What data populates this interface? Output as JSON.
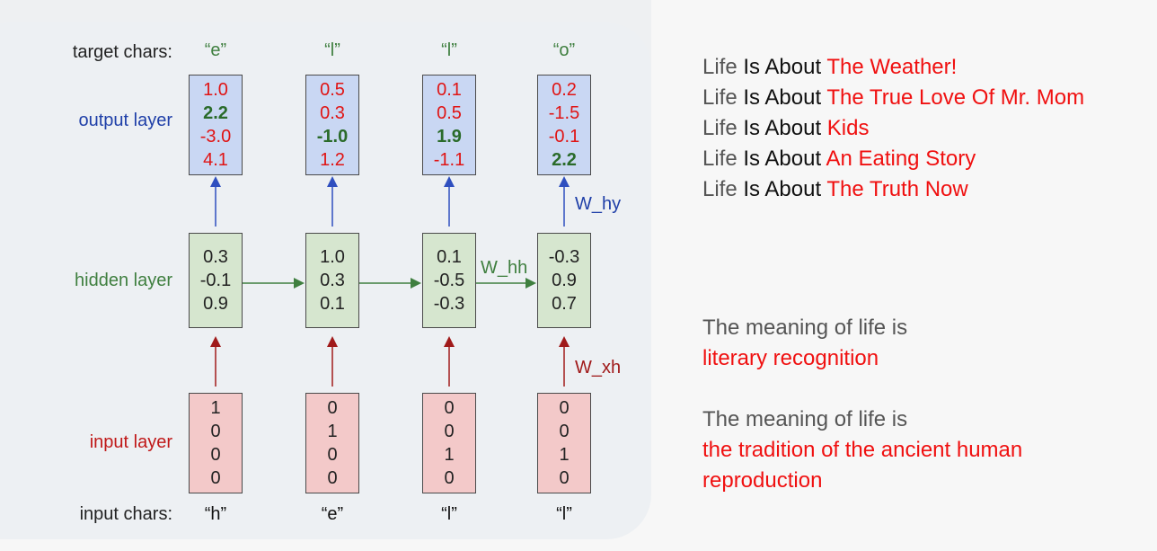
{
  "diagram": {
    "row_labels": {
      "target": "target chars:",
      "output": "output layer",
      "hidden": "hidden layer",
      "input": "input layer",
      "input_chars": "input chars:"
    },
    "target_chars": [
      "“e”",
      "“l”",
      "“l”",
      "“o”"
    ],
    "input_chars": [
      "“h”",
      "“e”",
      "“l”",
      "“l”"
    ],
    "output_values": [
      [
        "1.0",
        "2.2",
        "-3.0",
        "4.1"
      ],
      [
        "0.5",
        "0.3",
        "-1.0",
        "1.2"
      ],
      [
        "0.1",
        "0.5",
        "1.9",
        "-1.1"
      ],
      [
        "0.2",
        "-1.5",
        "-0.1",
        "2.2"
      ]
    ],
    "output_highlight_index": [
      1,
      2,
      2,
      3
    ],
    "hidden_values": [
      [
        "0.3",
        "-0.1",
        "0.9"
      ],
      [
        "1.0",
        "0.3",
        "0.1"
      ],
      [
        "0.1",
        "-0.5",
        "-0.3"
      ],
      [
        "-0.3",
        "0.9",
        "0.7"
      ]
    ],
    "input_values": [
      [
        "1",
        "0",
        "0",
        "0"
      ],
      [
        "0",
        "1",
        "0",
        "0"
      ],
      [
        "0",
        "0",
        "1",
        "0"
      ],
      [
        "0",
        "0",
        "1",
        "0"
      ]
    ],
    "weight_labels": {
      "w_hy": "W_hy",
      "w_hh": "W_hh",
      "w_xh": "W_xh"
    },
    "colors": {
      "output_bg": "#c9d7f3",
      "hidden_bg": "#d6e6cf",
      "input_bg": "#f3c9c9",
      "blue": "#2f4fbf",
      "green": "#3f7f3f",
      "red": "#a01a1a"
    }
  },
  "life_is_about": [
    {
      "w1": "Life",
      "w2": "Is",
      "w3": "About",
      "completion": "The Weather!"
    },
    {
      "w1": "Life",
      "w2": "Is",
      "w3": "About",
      "completion": "The True Love Of Mr. Mom"
    },
    {
      "w1": "Life",
      "w2": "Is",
      "w3": "About",
      "completion": "Kids"
    },
    {
      "w1": "Life",
      "w2": "Is",
      "w3": "About",
      "completion": "An Eating Story"
    },
    {
      "w1": "Life",
      "w2": "Is",
      "w3": "About",
      "completion": "The Truth Now"
    }
  ],
  "meaning_of_life": [
    {
      "prompt": "The meaning of life is",
      "completion_lines": [
        "literary recognition"
      ]
    },
    {
      "prompt": "The meaning of life is",
      "completion_lines": [
        "the tradition of the ancient human",
        "reproduction"
      ]
    }
  ]
}
